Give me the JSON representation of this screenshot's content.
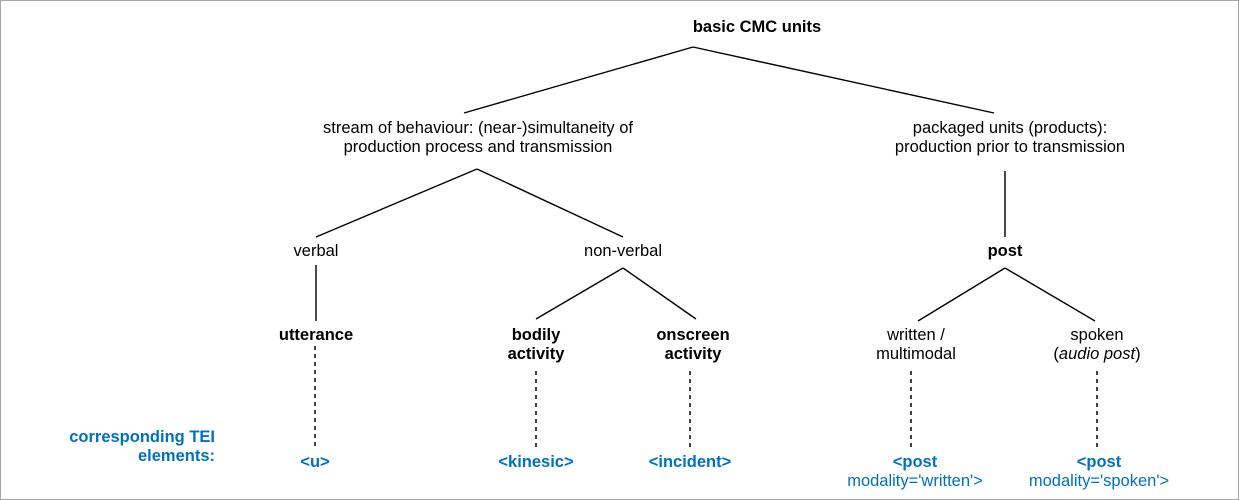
{
  "diagram": {
    "title_node": "basic CMC units",
    "level2": {
      "left_line1": "stream of behaviour: (near-)simultaneity of",
      "left_line2": "production process and transmission",
      "right_line1": "packaged units (products):",
      "right_line2": "production prior to transmission"
    },
    "level3": {
      "verbal": "verbal",
      "non_verbal": "non-verbal",
      "post": "post"
    },
    "level4": {
      "utterance": "utterance",
      "bodily_line1": "bodily",
      "bodily_line2": "activity",
      "onscreen_line1": "onscreen",
      "onscreen_line2": "activity",
      "written_line1": "written /",
      "written_line2": "multimodal",
      "spoken_line1": "spoken",
      "spoken_paren_open": "(",
      "spoken_italic": "audio post",
      "spoken_paren_close": ")"
    },
    "tei": {
      "caption_line1": "corresponding TEI",
      "caption_line2": "elements:",
      "u": "<u>",
      "kinesic": "<kinesic>",
      "incident": "<incident>",
      "post_written_line1": "<post",
      "post_written_line2": "modality='written'>",
      "post_spoken_line1": "<post",
      "post_spoken_line2": "modality='spoken'>"
    },
    "colors": {
      "tei_blue": "#0070c0",
      "edge_black": "#000000",
      "border_gray": "#a6a6a6",
      "background": "#ffffff"
    }
  }
}
